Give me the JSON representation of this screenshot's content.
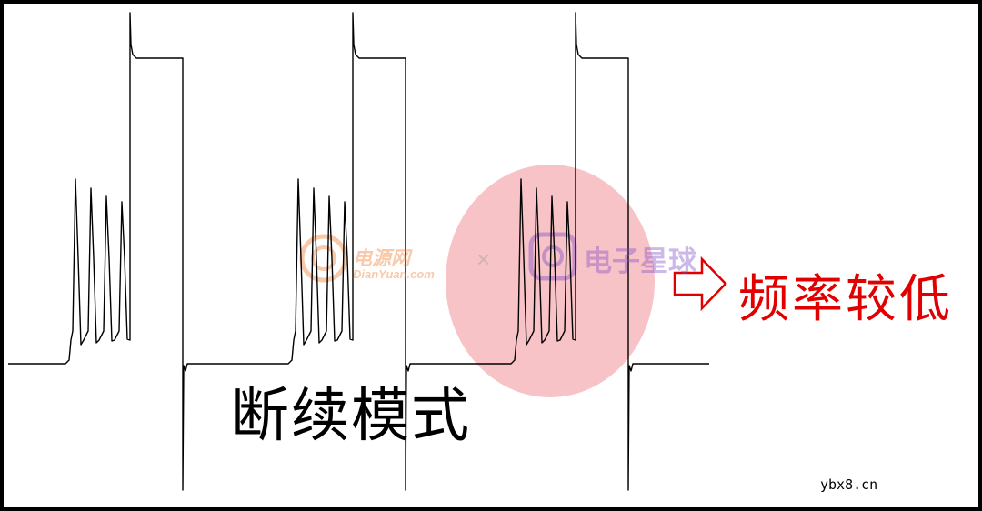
{
  "labels": {
    "mode": "断续模式",
    "frequency": "频率较低",
    "site": "ybx8.cn"
  },
  "watermarks": {
    "dianyuan_cn": "电源网",
    "dianyuan_en": "DianYuan.com",
    "separator": "×",
    "dianzi_cn": "电子星球"
  },
  "colors": {
    "trace": "#000000",
    "highlight": "#f7b9bd",
    "label_red": "#e00000",
    "arrow_red": "#e00000"
  },
  "icons": {
    "arrow": "hollow-right-arrow-icon",
    "dianyuan_logo": "dianyuan-logo-icon",
    "dianzi_logo": "dianzi-xingqiu-logo-icon"
  }
}
